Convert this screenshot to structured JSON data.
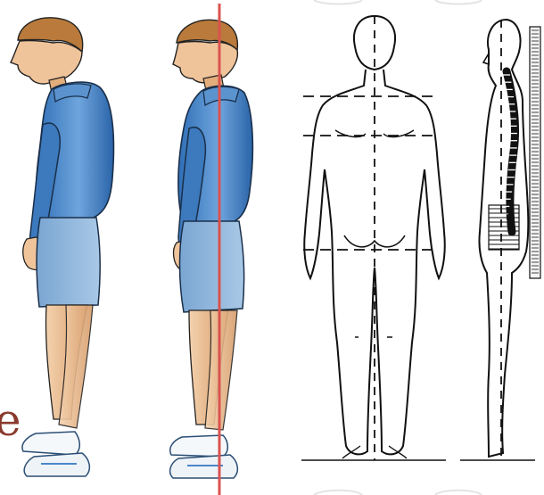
{
  "image": {
    "kind": "posture-illustration",
    "panels": [
      {
        "id": "side-view-slouched",
        "icon": "person-standing-side"
      },
      {
        "id": "side-view-plumb-line",
        "icon": "person-standing-side-with-line"
      },
      {
        "id": "back-view-line-drawing",
        "icon": "human-outline-back"
      },
      {
        "id": "side-view-spine-line-drawing",
        "icon": "human-outline-side-spine"
      }
    ],
    "edge_text": "e"
  },
  "colors": {
    "shirt": "#4a86c8",
    "shorts": "#8db4da",
    "skin": "#e9b689",
    "hair": "#b97a3b",
    "plumb_line": "#d9534f",
    "ink": "#111111",
    "text_accent": "#8a3a2e"
  }
}
